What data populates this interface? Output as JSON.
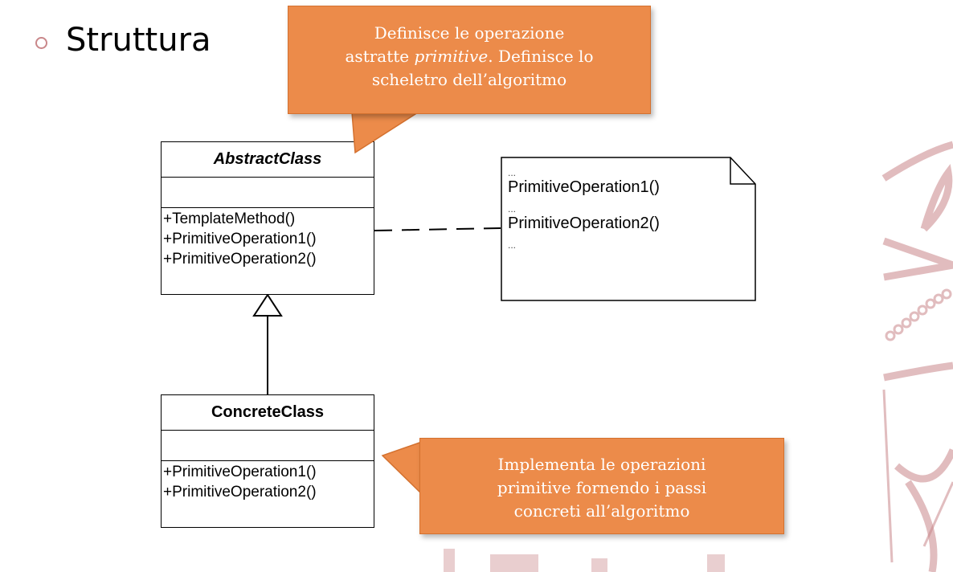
{
  "slide": {
    "title": "Struttura"
  },
  "colors": {
    "callout_fill": "#ec8b4a",
    "callout_text": "#ffffff",
    "bullet": "#c9878a",
    "watermark": "#c9878a"
  },
  "abstract_class": {
    "name": "AbstractClass",
    "operations": [
      "+TemplateMethod()",
      "+PrimitiveOperation1()",
      "+PrimitiveOperation2()"
    ]
  },
  "concrete_class": {
    "name": "ConcreteClass",
    "operations": [
      "+PrimitiveOperation1()",
      "+PrimitiveOperation2()"
    ]
  },
  "note": {
    "ellipsis": "...",
    "line1": "PrimitiveOperation1()",
    "line2": "PrimitiveOperation2()"
  },
  "callout_top": {
    "line1": "Definisce le operazione",
    "line2_prefix": "astratte ",
    "line2_emphasis": "primitive",
    "line2_suffix": ". Definisce lo",
    "line3": "scheletro dell’algoritmo"
  },
  "callout_bottom": {
    "line1": "Implementa le operazioni",
    "line2": "primitive fornendo i passi",
    "line3": "concreti all’algoritmo"
  }
}
